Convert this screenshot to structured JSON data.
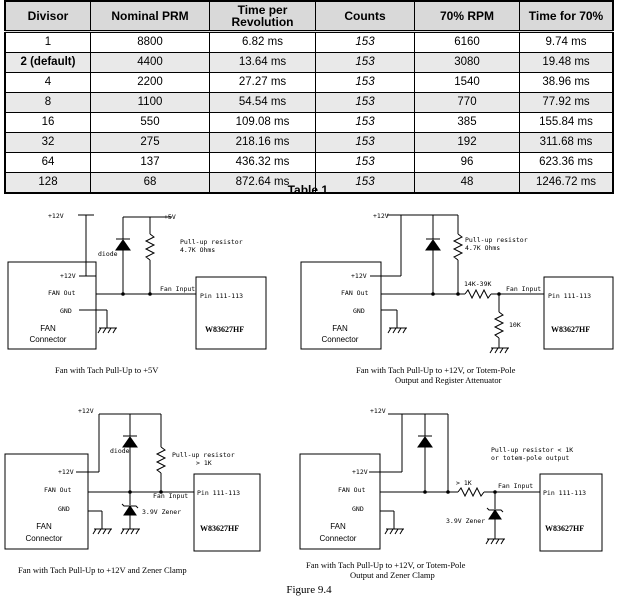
{
  "table": {
    "headers": [
      "Divisor",
      "Nominal PRM",
      "Time per Revolution",
      "Counts",
      "70% RPM",
      "Time for 70%"
    ],
    "rows": [
      [
        "1",
        "8800",
        "6.82 ms",
        "153",
        "6160",
        "9.74 ms"
      ],
      [
        "2 (default)",
        "4400",
        "13.64 ms",
        "153",
        "3080",
        "19.48 ms"
      ],
      [
        "4",
        "2200",
        "27.27 ms",
        "153",
        "1540",
        "38.96 ms"
      ],
      [
        "8",
        "1100",
        "54.54 ms",
        "153",
        "770",
        "77.92 ms"
      ],
      [
        "16",
        "550",
        "109.08 ms",
        "153",
        "385",
        "155.84 ms"
      ],
      [
        "32",
        "275",
        "218.16 ms",
        "153",
        "192",
        "311.68 ms"
      ],
      [
        "64",
        "137",
        "436.32 ms",
        "153",
        "96",
        "623.36 ms"
      ],
      [
        "128",
        "68",
        "872.64 ms",
        "153",
        "48",
        "1246.72 ms"
      ]
    ],
    "caption": "Table 1."
  },
  "labels": {
    "v12": "+12V",
    "v5": "+5V",
    "diode": "diode",
    "fan_12v": "+12V",
    "fan_out": "FAN Out",
    "gnd": "GND",
    "fan_connector_1": "FAN",
    "fan_connector_2": "Connector",
    "fan_input": "Fan Input",
    "pin": "Pin 111-113",
    "chip": "W83627HF",
    "zener": "3.9V Zener",
    "r_range": "14K-39K",
    "r_10k": "10K",
    "gt_1k": "> 1K"
  },
  "diagrams": [
    {
      "pullup_1": "Pull-up resistor",
      "pullup_2": "4.7K Ohms",
      "caption_1": "Fan with Tach Pull-Up to +5V",
      "caption_2": ""
    },
    {
      "pullup_1": "Pull-up resistor",
      "pullup_2": "4.7K Ohms",
      "caption_1": "Fan with Tach Pull-Up to +12V, or Totem-Pole",
      "caption_2": "Output and Register Attenuator"
    },
    {
      "pullup_1": "Pull-up resistor",
      "pullup_2": "> 1K",
      "caption_1": "Fan with Tach Pull-Up to +12V and Zener Clamp",
      "caption_2": ""
    },
    {
      "pullup_1": "Pull-up resistor < 1K",
      "pullup_2": "or totem-pole output",
      "caption_1": "Fan with Tach Pull-Up to +12V, or Totem-Pole",
      "caption_2": "Output and  Zener Clamp"
    }
  ],
  "figure_caption": "Figure 9.4"
}
